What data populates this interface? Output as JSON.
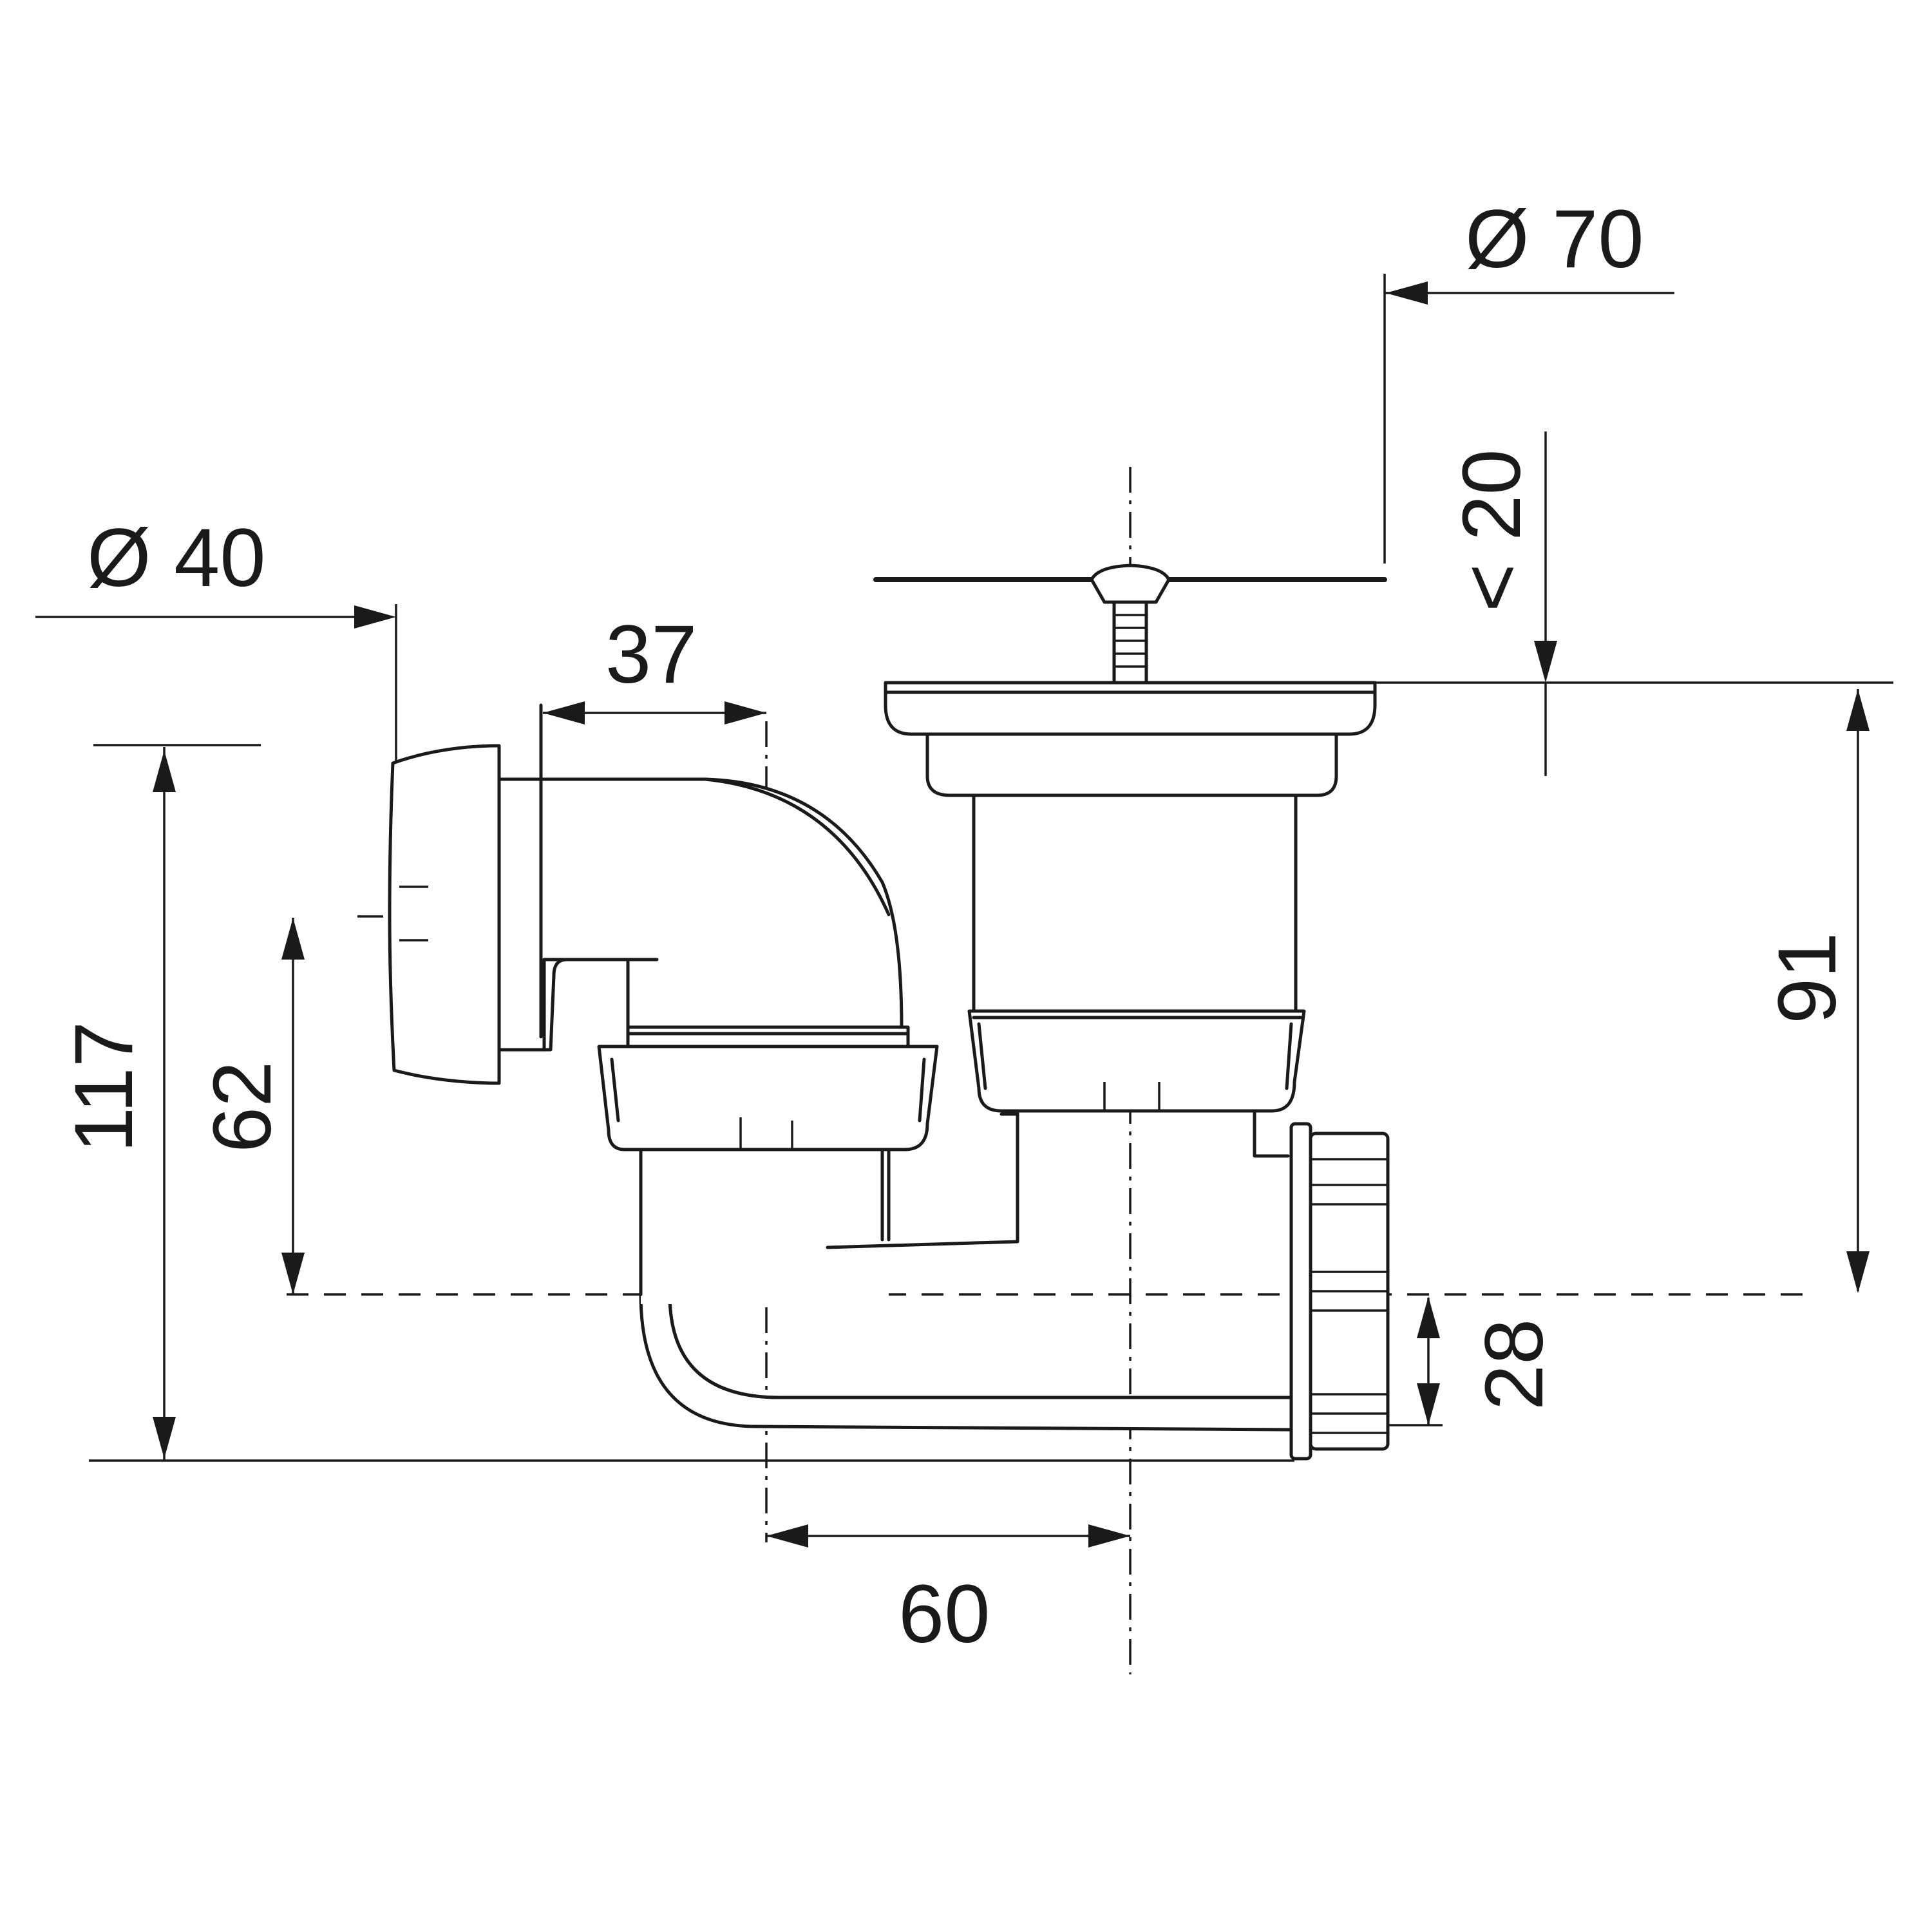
{
  "dimensions": {
    "waste_outlet_diameter": "Ø 40",
    "strainer_diameter": "Ø 70",
    "max_thickness": "< 20",
    "spacing_outlet_to_trap": "37",
    "total_height": "117",
    "inlet_height": "62",
    "strainer_height": "91",
    "outlet_height": "28",
    "spacing_trap_to_strainer": "60"
  }
}
